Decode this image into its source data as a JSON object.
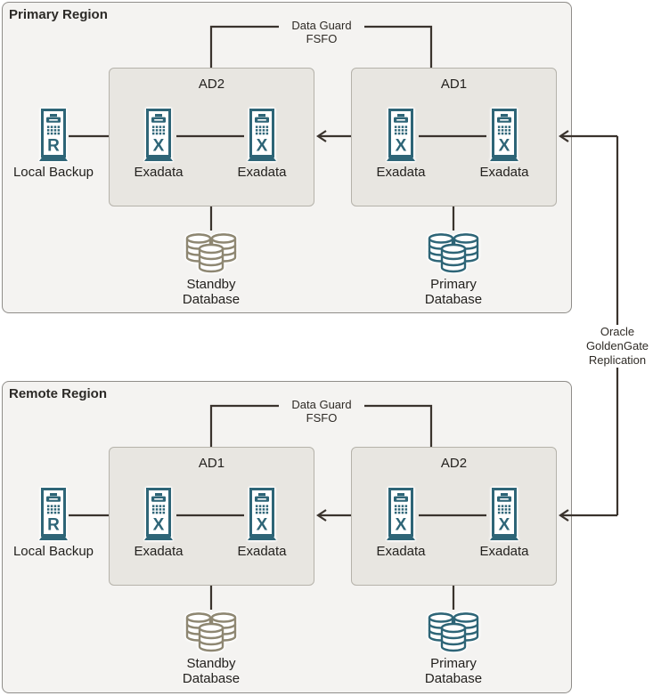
{
  "colors": {
    "teal": "#2e6577",
    "taupe": "#8e8772",
    "line": "#3a332d",
    "region_bg": "#f4f3f1",
    "ad_bg": "#e8e6e1"
  },
  "replication_label": [
    "Oracle",
    "GoldenGate",
    "Replication"
  ],
  "regions": [
    {
      "title": "Primary Region",
      "dataguard_label": [
        "Data Guard",
        "FSFO"
      ],
      "backup": {
        "letter": "R",
        "label": "Local Backup"
      },
      "ads": [
        {
          "name": "AD2",
          "servers": [
            {
              "letter": "X",
              "label": "Exadata"
            },
            {
              "letter": "X",
              "label": "Exadata"
            }
          ]
        },
        {
          "name": "AD1",
          "servers": [
            {
              "letter": "X",
              "label": "Exadata"
            },
            {
              "letter": "X",
              "label": "Exadata"
            }
          ]
        }
      ],
      "databases": [
        {
          "type": "standby",
          "label_lines": [
            "Standby",
            "Database"
          ]
        },
        {
          "type": "primary",
          "label_lines": [
            "Primary",
            "Database"
          ]
        }
      ]
    },
    {
      "title": "Remote Region",
      "dataguard_label": [
        "Data Guard",
        "FSFO"
      ],
      "backup": {
        "letter": "R",
        "label": "Local Backup"
      },
      "ads": [
        {
          "name": "AD1",
          "servers": [
            {
              "letter": "X",
              "label": "Exadata"
            },
            {
              "letter": "X",
              "label": "Exadata"
            }
          ]
        },
        {
          "name": "AD2",
          "servers": [
            {
              "letter": "X",
              "label": "Exadata"
            },
            {
              "letter": "X",
              "label": "Exadata"
            }
          ]
        }
      ],
      "databases": [
        {
          "type": "standby",
          "label_lines": [
            "Standby",
            "Database"
          ]
        },
        {
          "type": "primary",
          "label_lines": [
            "Primary",
            "Database"
          ]
        }
      ]
    }
  ]
}
